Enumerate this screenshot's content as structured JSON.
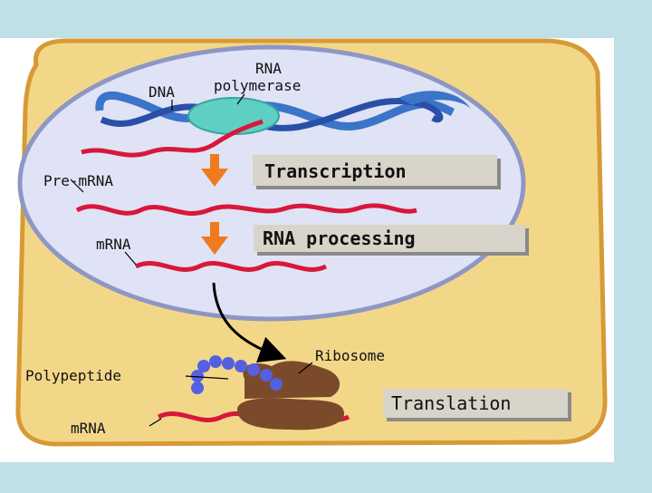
{
  "labels": {
    "dna": "DNA",
    "rna_polymerase_line1": "RNA",
    "rna_polymerase_line2": "polymerase",
    "pre_mrna": "Pre-mRNA",
    "mrna_nucleus": "mRNA",
    "polypeptide": "Polypeptide",
    "mrna_cytoplasm": "mRNA",
    "ribosome": "Ribosome"
  },
  "steps": {
    "transcription": "Transcription",
    "rna_processing": "RNA processing",
    "translation": "Translation"
  },
  "colors": {
    "background": "#bfe0e6",
    "cell": "#f3d789",
    "cell_border": "#d79a36",
    "nucleus": "#dfe3f5",
    "nucleus_border": "#8e97c4",
    "dna": "#3b74c8",
    "polymerase": "#5fcfc4",
    "rna": "#d8173c",
    "arrow": "#f07a1e",
    "ribosome": "#7b4a2b",
    "polypeptide": "#5560e0",
    "step_box": "#d9d4c9"
  }
}
